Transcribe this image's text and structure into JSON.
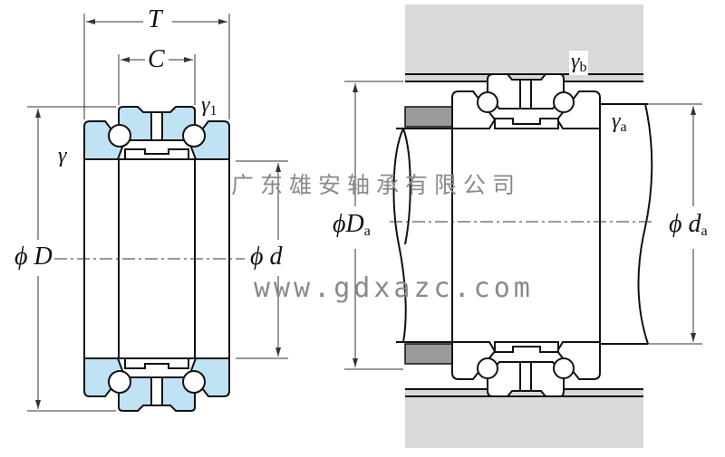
{
  "left_diagram": {
    "labels": {
      "T": "T",
      "C": "C",
      "r": "γ",
      "r1_main": "γ",
      "r1_sub": "1",
      "D_prefix": "ϕ",
      "D": "D",
      "d_prefix": "ϕ",
      "d": "d"
    }
  },
  "right_diagram": {
    "labels": {
      "Da_prefix": "ϕ",
      "Da_main": "D",
      "Da_sub": "a",
      "da_prefix": "ϕ",
      "da_main": "d",
      "da_sub": "a",
      "rb_main": "γ",
      "rb_sub": "b",
      "ra_main": "γ",
      "ra_sub": "a"
    }
  },
  "watermark": {
    "company": "广东雄安轴承有限公司",
    "website": "www.gdxazc.com"
  },
  "colors": {
    "ring_fill": "#bfe3f5",
    "housing_fill": "#d9d9d9",
    "spacer_fill": "#9a9a9a",
    "line": "#111111"
  }
}
